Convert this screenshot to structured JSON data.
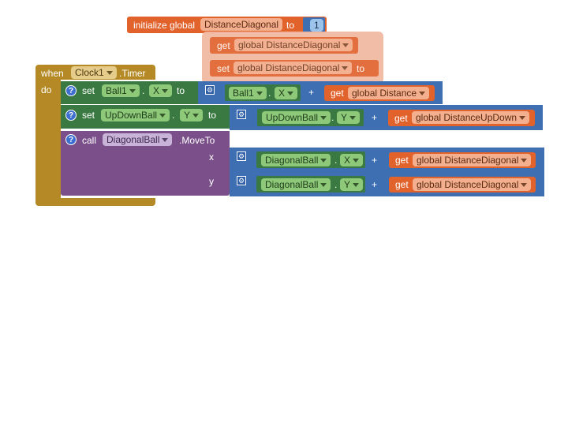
{
  "init_block": {
    "prefix": "initialize global",
    "var_name": "DistanceDiagonal",
    "to": "to",
    "value": "1"
  },
  "ghost_blocks": {
    "get_label": "get",
    "get_var": "global DistanceDiagonal",
    "set_label": "set",
    "set_var": "global DistanceDiagonal",
    "set_to": "to"
  },
  "event_block": {
    "when": "when",
    "component": "Clock1",
    "event": ".Timer",
    "do": "do"
  },
  "statements": [
    {
      "kind": "set",
      "component": "Ball1",
      "property": "X",
      "to": "to",
      "operand_component": "Ball1",
      "operand_property": "X",
      "op": "+",
      "get_label": "get",
      "get_var": "global Distance"
    },
    {
      "kind": "set",
      "component": "UpDownBall",
      "property": "Y",
      "to": "to",
      "operand_component": "UpDownBall",
      "operand_property": "Y",
      "op": "+",
      "get_label": "get",
      "get_var": "global DistanceUpDown"
    },
    {
      "kind": "call",
      "label": "call",
      "component": "DiagonalBall",
      "method": ".MoveTo",
      "args": [
        {
          "name": "x",
          "operand_component": "DiagonalBall",
          "operand_property": "X",
          "op": "+",
          "get_label": "get",
          "get_var": "global DistanceDiagonal"
        },
        {
          "name": "y",
          "operand_component": "DiagonalBall",
          "operand_property": "Y",
          "op": "+",
          "get_label": "get",
          "get_var": "global DistanceDiagonal"
        }
      ]
    }
  ],
  "help_glyph": "?",
  "gear_glyph": "⚙",
  "colors": {
    "variables": "#e2622c",
    "math": "#3e6fb2",
    "component_set": "#3a7a42",
    "component_call": "#7a4f8a",
    "event": "#b58a26"
  }
}
